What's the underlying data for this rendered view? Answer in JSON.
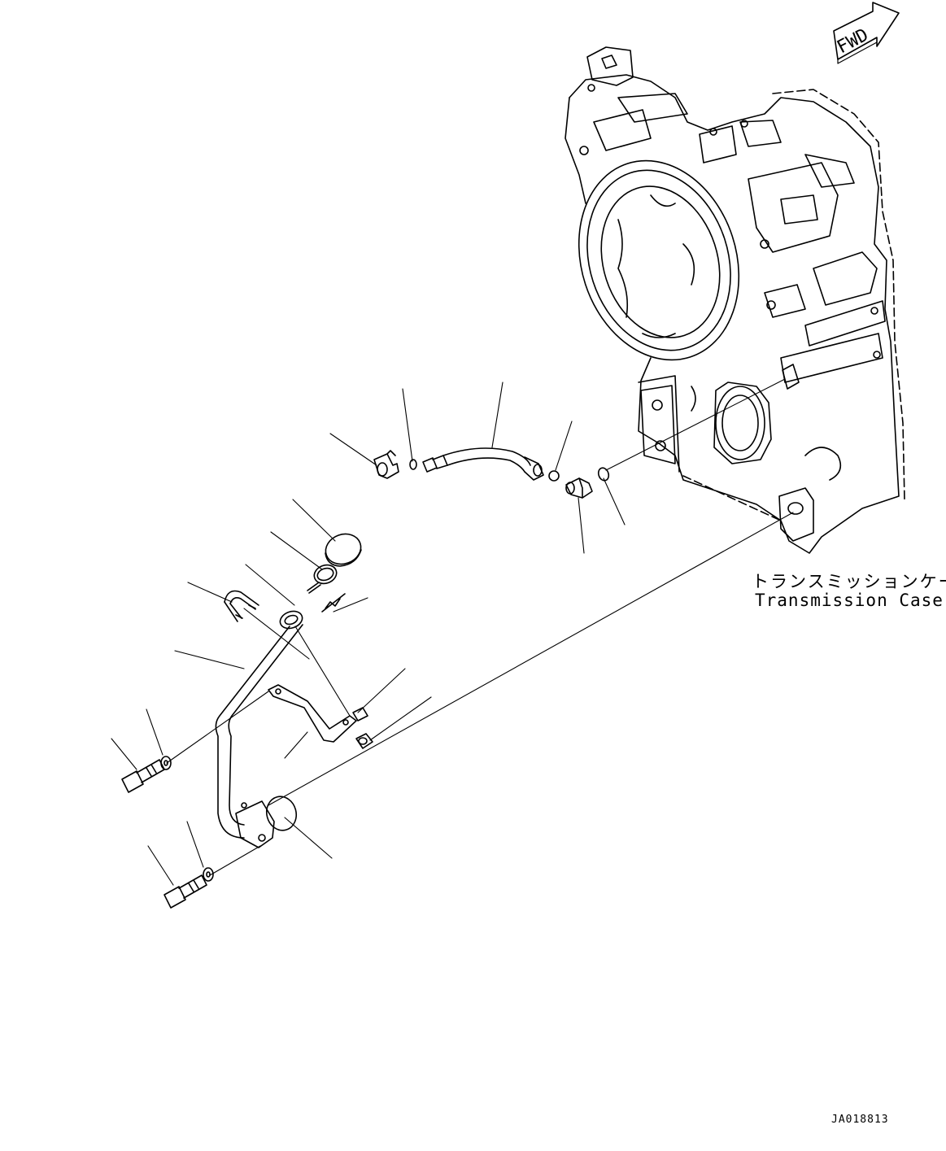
{
  "direction_badge": {
    "label": "FWD"
  },
  "case_label": {
    "japanese": "トランスミッションケース",
    "english": "Transmission Case"
  },
  "drawing_id": "JA018813"
}
